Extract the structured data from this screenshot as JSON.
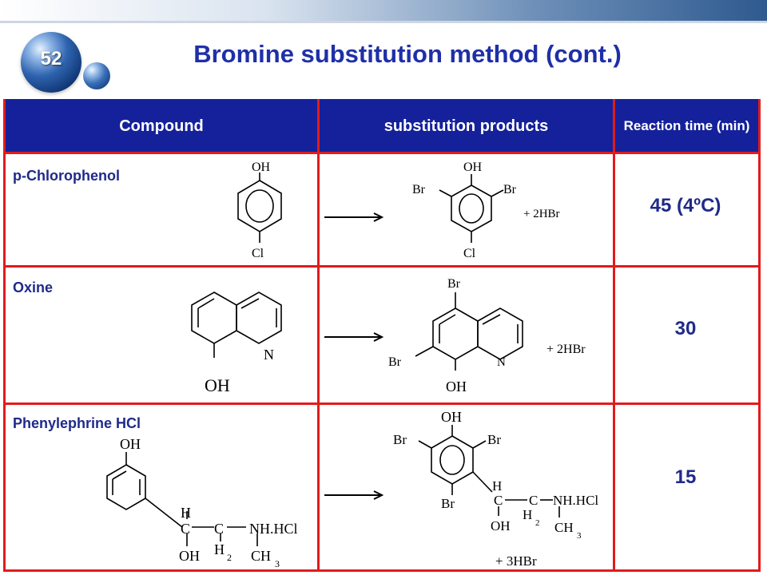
{
  "slide": {
    "number": "52",
    "title": "Bromine substitution method (cont.)"
  },
  "table": {
    "headers": {
      "compound": "Compound",
      "products": "substitution products",
      "time": "Reaction time (min)"
    },
    "rows": [
      {
        "compound": "p-Chlorophenol",
        "time": "45 (4ºC)",
        "reactant_labels": {
          "oh": "OH",
          "cl": "Cl"
        },
        "product_labels": {
          "oh": "OH",
          "br1": "Br",
          "br2": "Br",
          "cl": "Cl",
          "extra": "+ 2HBr"
        }
      },
      {
        "compound": "Oxine",
        "time": "30",
        "reactant_labels": {
          "n": "N",
          "oh": "OH"
        },
        "product_labels": {
          "br1": "Br",
          "br2": "Br",
          "n": "N",
          "oh": "OH",
          "extra": "+ 2HBr"
        }
      },
      {
        "compound": "Phenylephrine HCl",
        "time": "15",
        "reactant_labels": {
          "oh": "OH",
          "h": "H",
          "c1": "C",
          "dash1": "—",
          "c2": "C",
          "nh": "NH.HCl",
          "oh2": "OH",
          "h2": "H",
          "sub2": "2",
          "ch": "CH",
          "sub3": "3"
        },
        "product_labels": {
          "oh": "OH",
          "br1": "Br",
          "br2": "Br",
          "br3": "Br",
          "h": "H",
          "c1": "C",
          "c2": "C",
          "nh": "NH.HCl",
          "oh2": "OH",
          "h2": "H",
          "sub2": "2",
          "ch": "CH",
          "sub3": "3",
          "extra": "+ 3HBr"
        }
      }
    ]
  },
  "colors": {
    "header_bg": "#15219a",
    "border": "#e21b1b",
    "title": "#1f2fa8",
    "text": "#1f2a8a"
  }
}
